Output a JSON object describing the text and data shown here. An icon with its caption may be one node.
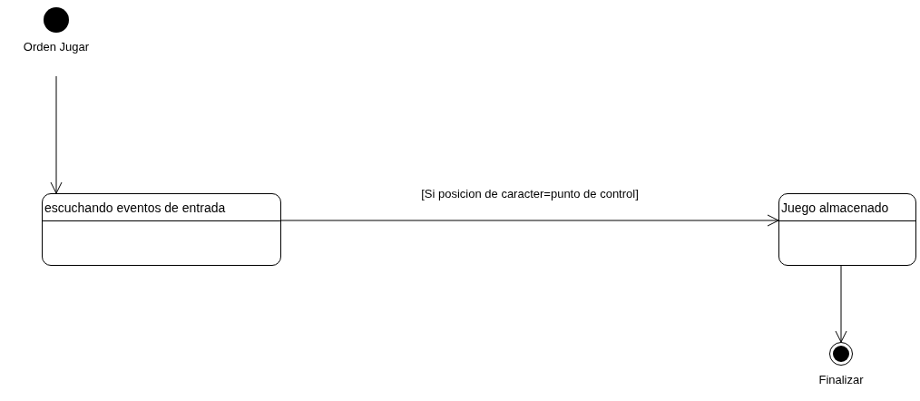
{
  "diagram": {
    "nodes": [
      {
        "text": [],
        "shape": "circle",
        "beside": [
          "Orden Jugar"
        ]
      },
      {
        "text": [
          "escuchando eventos de entrada"
        ]
      },
      {
        "text": [
          "Juego almacenado"
        ]
      },
      {
        "text": [],
        "shape": "bullseye",
        "beside": [
          "Finalizar"
        ]
      }
    ],
    "edges": [
      {
        "from": 0,
        "to": 1,
        "arrow": "to"
      },
      {
        "from": 1,
        "to": 2,
        "arrow": "to",
        "label": "[Si posicion de caracter=punto de control]"
      },
      {
        "from": 2,
        "to": 3,
        "arrow": "to"
      }
    ]
  }
}
